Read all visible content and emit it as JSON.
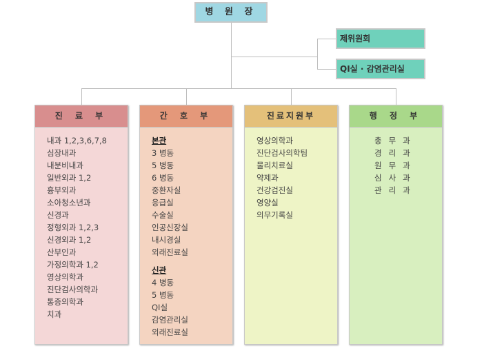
{
  "director": "병 원 장",
  "committees": [
    "제위원회",
    "QI실 · 감염관리실"
  ],
  "departments": [
    {
      "title": "진 료 부",
      "items": [
        "내과 1,2,3,6,7,8",
        "심장내과",
        "내분비내과",
        "일반외과 1,2",
        "흉부외과",
        "소아청소년과",
        "신경과",
        "정형외과 1,2,3",
        "신경외과 1,2",
        "산부인과",
        "가정의학과 1,2",
        "영상의학과",
        "진단검사의학과",
        "통증의학과",
        "치과"
      ]
    },
    {
      "title": "간 호 부",
      "sections": [
        {
          "name": "본관",
          "items": [
            "3 병동",
            "5 병동",
            "6 병동",
            "중환자실",
            "응급실",
            "수술실",
            "인공신장실",
            "내시경실",
            "외래진료실"
          ]
        },
        {
          "name": "신관",
          "items": [
            "4 병동",
            "5 병동",
            "QI실",
            "감염관리실",
            "외래진료실"
          ]
        }
      ]
    },
    {
      "title": "진료지원부",
      "items": [
        "영상의학과",
        "진단검사의학팀",
        "물리치료실",
        "약제과",
        "건강검진실",
        "영양실",
        "의무기록실"
      ]
    },
    {
      "title": "행 정 부",
      "items": [
        "총무과",
        "경리과",
        "원무과",
        "심사과",
        "관리과"
      ]
    }
  ]
}
